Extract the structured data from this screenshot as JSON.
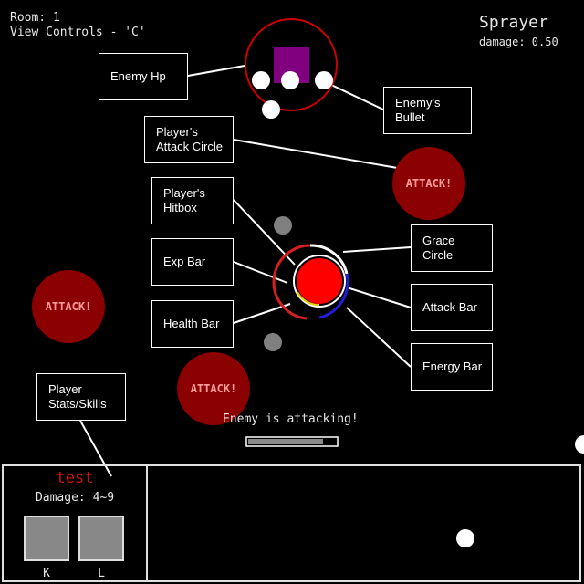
{
  "hud": {
    "room_label": "Room: 1",
    "controls_hint": "View Controls - 'C'",
    "enemy_name": "Sprayer",
    "enemy_damage": "damage: 0.50"
  },
  "callouts": {
    "enemy_hp": "Enemy Hp",
    "enemy_bullet": "Enemy's Bullet",
    "player_attack_circle": "Player's Attack Circle",
    "player_hitbox": "Player's Hitbox",
    "exp_bar": "Exp Bar",
    "health_bar": "Health Bar",
    "grace_circle": "Grace Circle",
    "attack_bar": "Attack Bar",
    "energy_bar": "Energy Bar",
    "player_stats": "Player Stats/Skills"
  },
  "attack_label": "ATTACK!",
  "status_message": "Enemy is attacking!",
  "enemy_attack_progress": 0.85,
  "player": {
    "name": "test",
    "damage": "Damage: 4~9",
    "skills": [
      "K",
      "L"
    ]
  },
  "colors": {
    "player": "#ff0000",
    "attack_circle": "#8b0000",
    "enemy": "#800080",
    "enemy_ring": "#cc0000",
    "energy": "#1f1fd6",
    "exp": "#e0d000",
    "health": "#d61f1f",
    "grace": "#ffffff",
    "name": "#d01010"
  }
}
